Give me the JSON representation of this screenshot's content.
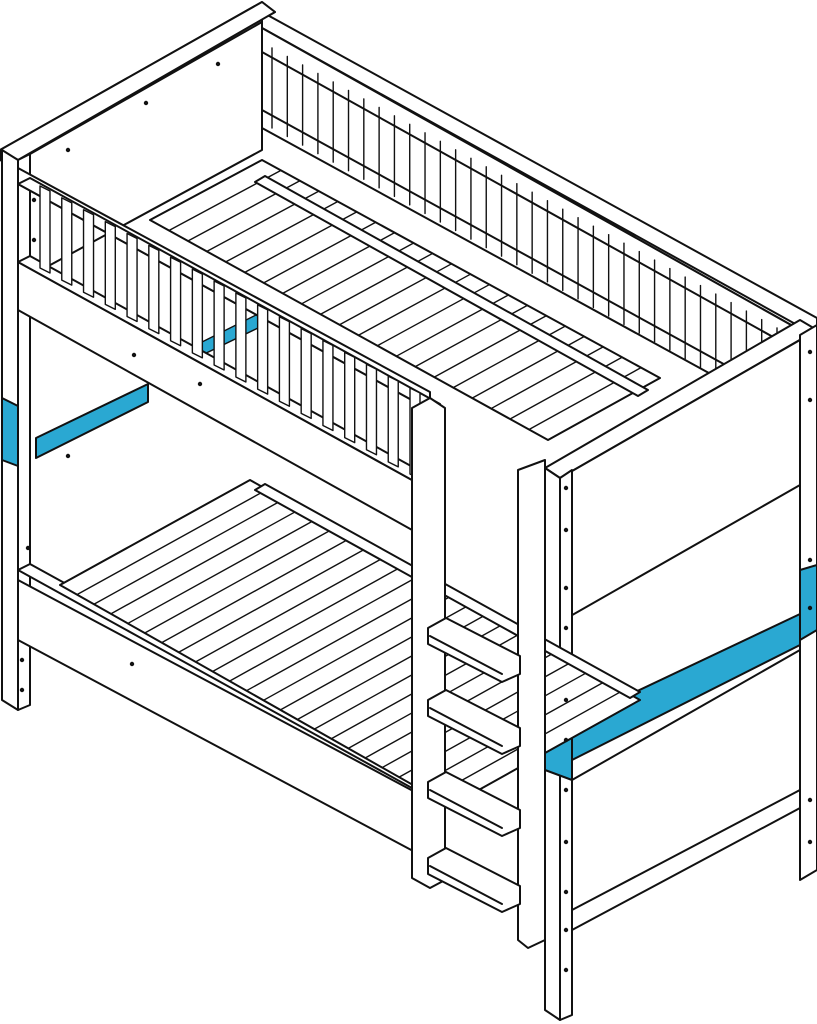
{
  "diagram": {
    "kind": "assembly-illustration",
    "subject": "bunk-bed",
    "colors": {
      "line": "#111111",
      "fill": "#ffffff",
      "highlight": "#2aa8d2"
    },
    "highlighted_parts": [
      "left-side-rail",
      "right-end-rail"
    ]
  }
}
